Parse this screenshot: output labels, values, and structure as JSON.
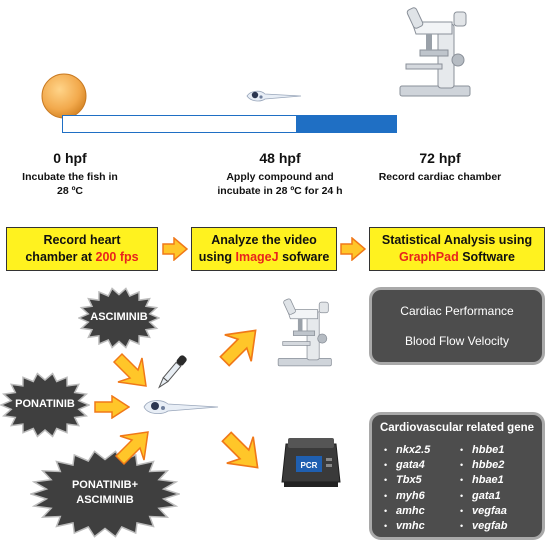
{
  "timeline": {
    "stages": [
      {
        "time": "0 hpf",
        "desc_line1": "Incubate the fish in",
        "desc_line2": "28 ºC"
      },
      {
        "time": "48 hpf",
        "desc_line1": "Apply compound and",
        "desc_line2": "incubate in 28 ºC for 24 h"
      },
      {
        "time": "72 hpf",
        "desc_line1": "Record cardiac chamber",
        "desc_line2": ""
      }
    ],
    "progress": 0.7,
    "colors": {
      "filled": "#1f6fc4",
      "empty": "#ffffff",
      "border": "#1f6fc4"
    }
  },
  "workflow": [
    {
      "line1": "Record heart",
      "line2_pre": "chamber at ",
      "line2_highlight": "200 fps",
      "line2_post": ""
    },
    {
      "line1": "Analyze the video",
      "line2_pre": "using ",
      "line2_highlight": "ImageJ",
      "line2_post": " sofware"
    },
    {
      "line1": "Statistical Analysis using",
      "line2_pre": "",
      "line2_highlight": "GraphPad",
      "line2_post": " Software"
    }
  ],
  "compounds": [
    "ASCIMINIB",
    "PONATINIB",
    "PONATINIB+",
    "ASCIMINIB"
  ],
  "outputs": {
    "performance": {
      "line1": "Cardiac Performance",
      "line2": "Blood Flow Velocity"
    },
    "genes": {
      "title": "Cardiovascular related gene",
      "left": [
        "nkx2.5",
        "gata4",
        "Tbx5",
        "myh6",
        "amhc",
        "vmhc"
      ],
      "right": [
        "hbbe1",
        "hbbe2",
        "hbae1",
        "gata1",
        "vegfaa",
        "vegfab"
      ]
    },
    "pcr_label": "PCR"
  },
  "colors": {
    "yellow_box": "#fff21f",
    "highlight_red": "#e8231d",
    "arrow_fill": "#ffc629",
    "arrow_stroke": "#f07818",
    "gray_box": "#4d4d4d",
    "burst": "#3f3f3f"
  },
  "icons": [
    "embryo-icon",
    "larva-icon",
    "microscope-icon",
    "dropper-icon",
    "pcr-machine-icon",
    "chevron-arrow-icon",
    "burst-icon"
  ]
}
